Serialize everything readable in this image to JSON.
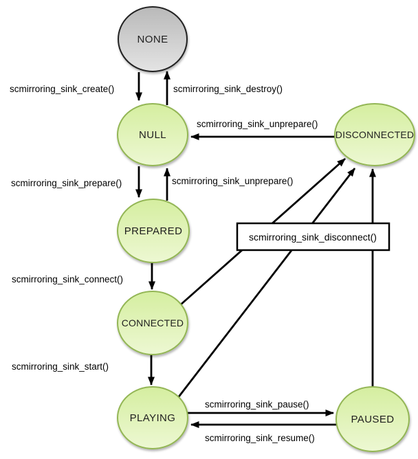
{
  "diagram": {
    "type": "state-machine",
    "description_visible_only": true
  },
  "colors": {
    "state_fill_top": "#d5eea0",
    "state_fill_bottom": "#edf8d3",
    "state_border": "#93b655",
    "none_fill_top": "#b9b9b9",
    "none_fill_bottom": "#e4e4e4",
    "none_border": "#222222",
    "arrow": "#000000",
    "background": "#ffffff"
  },
  "states": {
    "none": {
      "label": "NONE"
    },
    "null": {
      "label": "NULL"
    },
    "prepared": {
      "label": "PREPARED"
    },
    "connected": {
      "label": "CONNECTED"
    },
    "playing": {
      "label": "PLAYING"
    },
    "paused": {
      "label": "PAUSED"
    },
    "disconnected": {
      "label": "DISCONNECTED"
    }
  },
  "transitions": {
    "create": {
      "label": "scmirroring_sink_create()",
      "from": "NONE",
      "to": "NULL"
    },
    "destroy": {
      "label": "scmirroring_sink_destroy()",
      "from": "NULL",
      "to": "NONE"
    },
    "unprepare_from_disconnected": {
      "label": "scmirroring_sink_unprepare()",
      "from": "DISCONNECTED",
      "to": "NULL"
    },
    "prepare": {
      "label": "scmirroring_sink_prepare()",
      "from": "NULL",
      "to": "PREPARED"
    },
    "unprepare_from_prepared": {
      "label": "scmirroring_sink_unprepare()",
      "from": "PREPARED",
      "to": "NULL"
    },
    "connect": {
      "label": "scmirroring_sink_connect()",
      "from": "PREPARED",
      "to": "CONNECTED"
    },
    "start": {
      "label": "scmirroring_sink_start()",
      "from": "CONNECTED",
      "to": "PLAYING"
    },
    "pause": {
      "label": "scmirroring_sink_pause()",
      "from": "PLAYING",
      "to": "PAUSED"
    },
    "resume": {
      "label": "scmirroring_sink_resume()",
      "from": "PAUSED",
      "to": "PLAYING"
    },
    "disconnect": {
      "label": "scmirroring_sink_disconnect()",
      "from": "CONNECTED / PLAYING / PAUSED",
      "to": "DISCONNECTED"
    }
  }
}
